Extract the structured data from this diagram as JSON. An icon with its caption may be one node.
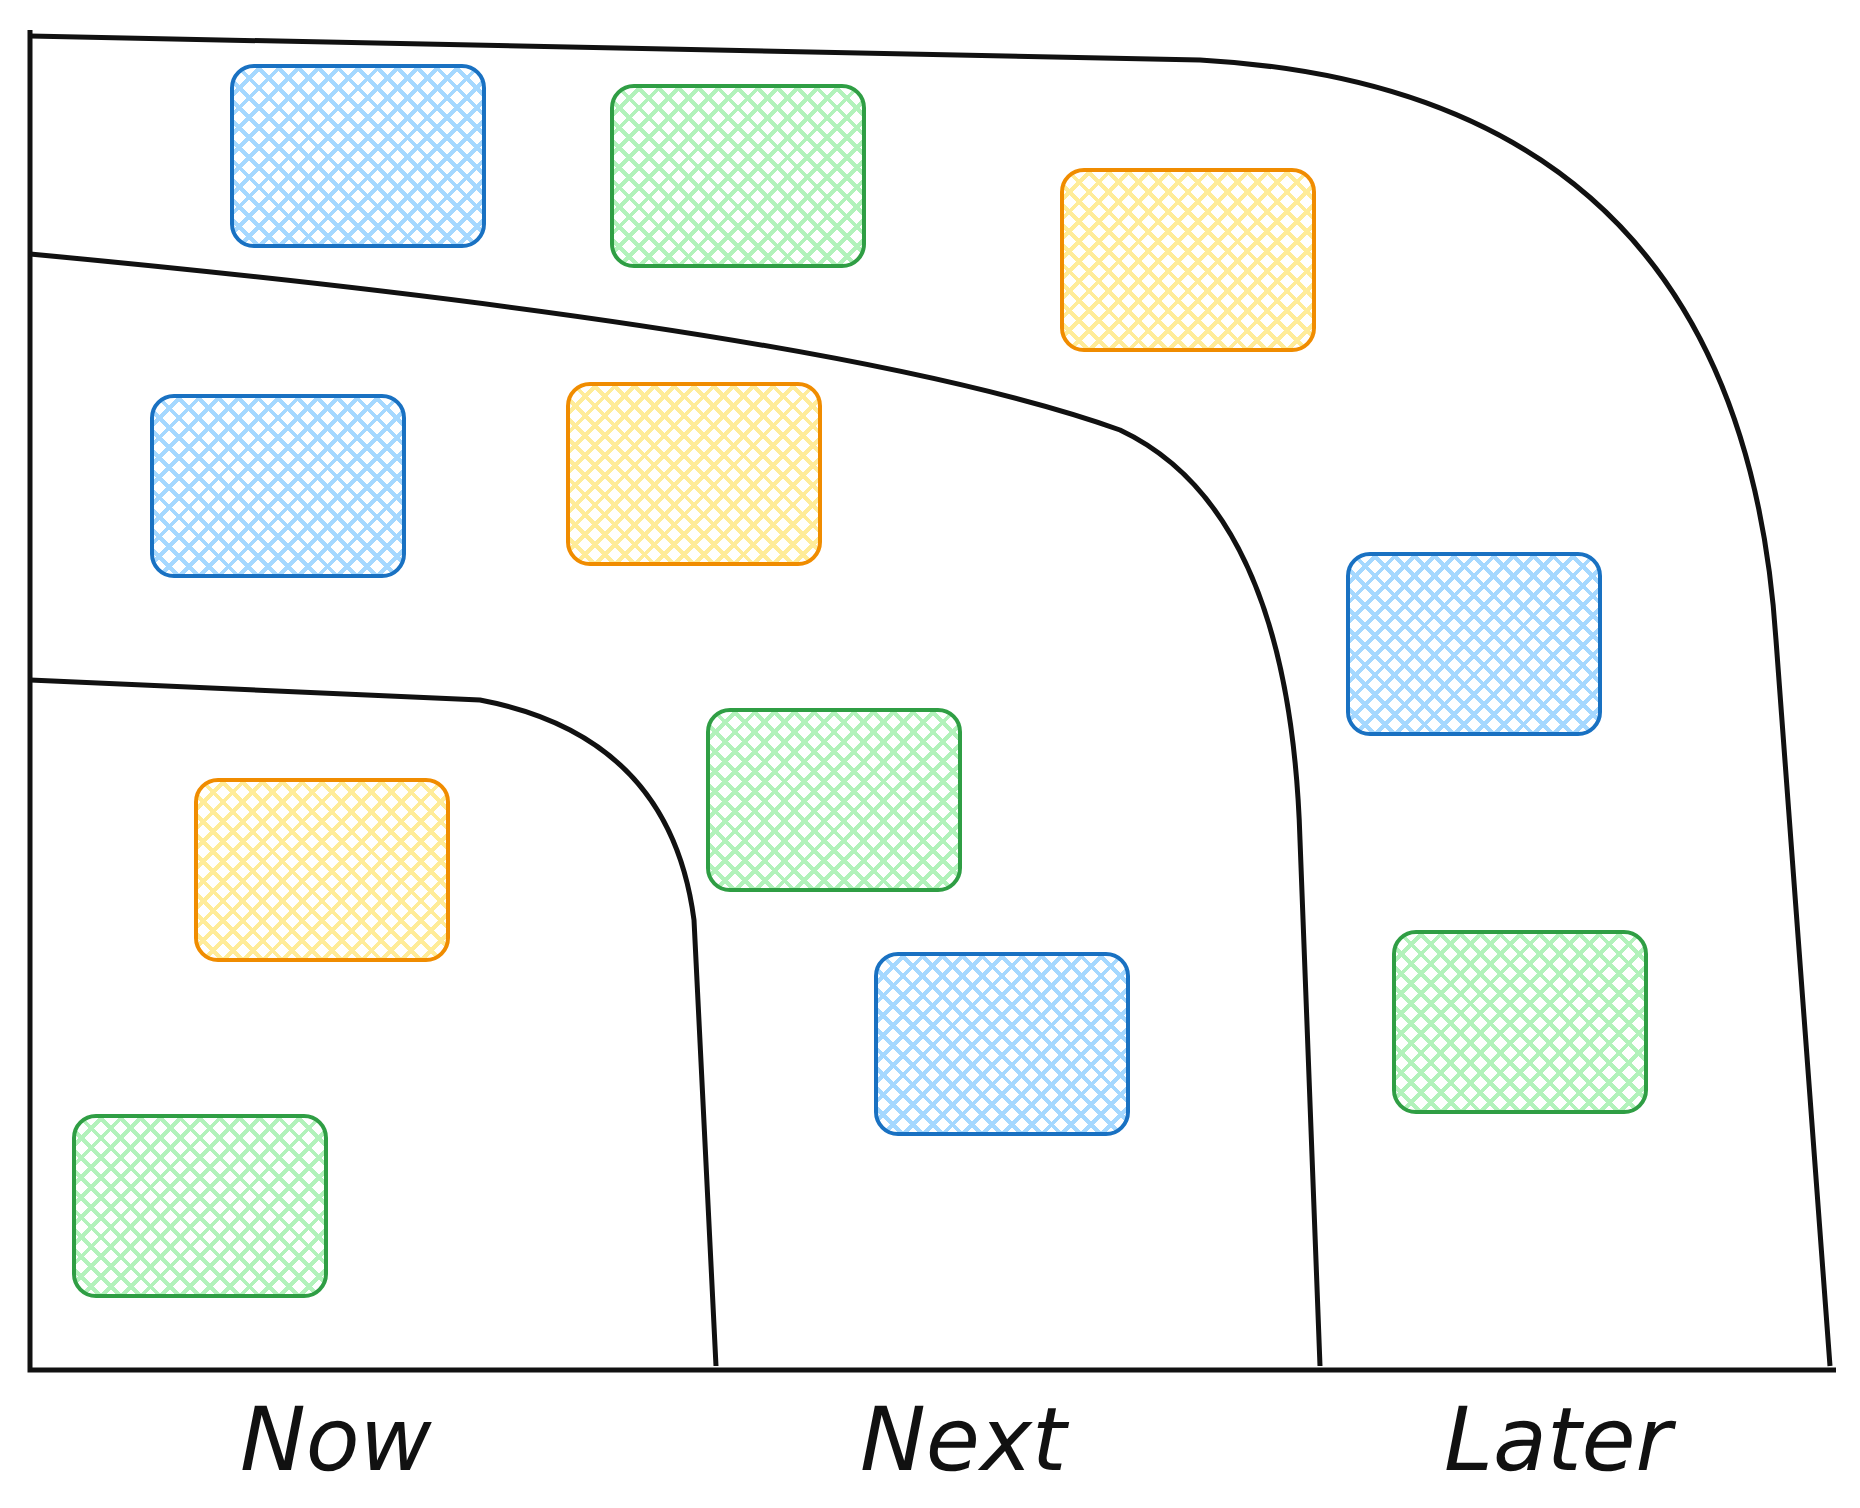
{
  "diagram": {
    "nodes": [
      {
        "text": [],
        "shape": "box"
      },
      {
        "text": [],
        "shape": "box"
      },
      {
        "text": [],
        "shape": "box"
      },
      {
        "text": [],
        "shape": "box"
      },
      {
        "text": [],
        "shape": "box"
      },
      {
        "text": [],
        "shape": "box"
      },
      {
        "text": [],
        "shape": "box"
      },
      {
        "text": [],
        "shape": "box"
      },
      {
        "text": [],
        "shape": "box"
      },
      {
        "text": [],
        "shape": "box"
      },
      {
        "text": [],
        "shape": "box"
      }
    ],
    "edges": [],
    "labels": [
      "Now",
      "Next",
      "Later"
    ]
  }
}
